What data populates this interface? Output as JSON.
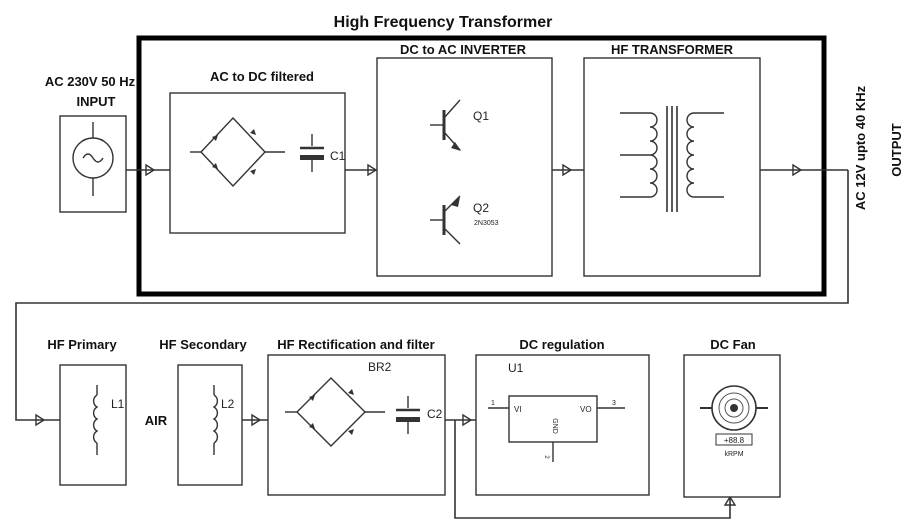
{
  "title": "High Frequency Transformer",
  "input": {
    "line1": "AC 230V 50 Hz",
    "line2": "INPUT"
  },
  "blocks": {
    "ac_dc": {
      "title": "AC to DC filtered",
      "cap": "C1"
    },
    "inverter": {
      "title": "DC to AC INVERTER",
      "q1": "Q1",
      "q2": "Q2",
      "q2_part": "2N3053"
    },
    "hf_transformer": {
      "title": "HF TRANSFORMER"
    },
    "output": {
      "line1": "AC 12V upto 40 KHz",
      "line2": "OUTPUT"
    },
    "hf_primary": {
      "title": "HF Primary",
      "ind": "L1"
    },
    "air": "AIR",
    "hf_secondary": {
      "title": "HF Secondary",
      "ind": "L2"
    },
    "rectification": {
      "title": "HF Rectification and filter",
      "bridge": "BR2",
      "cap": "C2"
    },
    "regulation": {
      "title": "DC regulation",
      "ref": "U1",
      "vi": "VI",
      "vo": "VO",
      "gnd": "GND",
      "pin1": "1",
      "pin3": "3",
      "pin2": "2"
    },
    "fan": {
      "title": "DC Fan",
      "readout": "+88.8",
      "unit": "kRPM"
    }
  }
}
